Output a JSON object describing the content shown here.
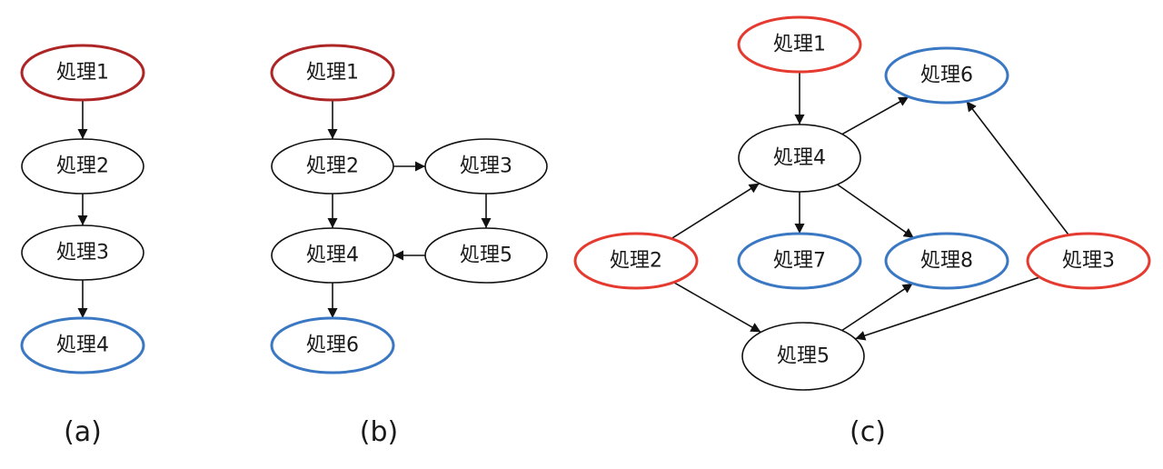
{
  "colors": {
    "dark_red": "#ad2525",
    "red": "#e43a2f",
    "blue": "#3a78c3",
    "black": "#111111"
  },
  "subdiagrams": [
    {
      "caption": "(a)",
      "nodes": [
        {
          "id": "a1",
          "label": "処理1",
          "kind": "source"
        },
        {
          "id": "a2",
          "label": "処理2",
          "kind": "normal"
        },
        {
          "id": "a3",
          "label": "処理3",
          "kind": "normal"
        },
        {
          "id": "a4",
          "label": "処理4",
          "kind": "sink"
        }
      ],
      "edges": [
        [
          "a1",
          "a2"
        ],
        [
          "a2",
          "a3"
        ],
        [
          "a3",
          "a4"
        ]
      ]
    },
    {
      "caption": "(b)",
      "nodes": [
        {
          "id": "b1",
          "label": "処理1",
          "kind": "source"
        },
        {
          "id": "b2",
          "label": "処理2",
          "kind": "normal"
        },
        {
          "id": "b3",
          "label": "処理3",
          "kind": "normal"
        },
        {
          "id": "b4",
          "label": "処理4",
          "kind": "normal"
        },
        {
          "id": "b5",
          "label": "処理5",
          "kind": "normal"
        },
        {
          "id": "b6",
          "label": "処理6",
          "kind": "sink"
        }
      ],
      "edges": [
        [
          "b1",
          "b2"
        ],
        [
          "b2",
          "b3"
        ],
        [
          "b2",
          "b4"
        ],
        [
          "b3",
          "b5"
        ],
        [
          "b5",
          "b4"
        ],
        [
          "b4",
          "b6"
        ]
      ]
    },
    {
      "caption": "(c)",
      "nodes": [
        {
          "id": "c1",
          "label": "処理1",
          "kind": "source"
        },
        {
          "id": "c2",
          "label": "処理2",
          "kind": "source"
        },
        {
          "id": "c3",
          "label": "処理3",
          "kind": "source"
        },
        {
          "id": "c4",
          "label": "処理4",
          "kind": "normal"
        },
        {
          "id": "c5",
          "label": "処理5",
          "kind": "normal"
        },
        {
          "id": "c6",
          "label": "処理6",
          "kind": "sink"
        },
        {
          "id": "c7",
          "label": "処理7",
          "kind": "sink"
        },
        {
          "id": "c8",
          "label": "処理8",
          "kind": "sink"
        }
      ],
      "edges": [
        [
          "c1",
          "c4"
        ],
        [
          "c2",
          "c4"
        ],
        [
          "c2",
          "c5"
        ],
        [
          "c4",
          "c6"
        ],
        [
          "c4",
          "c7"
        ],
        [
          "c4",
          "c8"
        ],
        [
          "c5",
          "c8"
        ],
        [
          "c3",
          "c5"
        ],
        [
          "c3",
          "c6"
        ]
      ]
    }
  ]
}
